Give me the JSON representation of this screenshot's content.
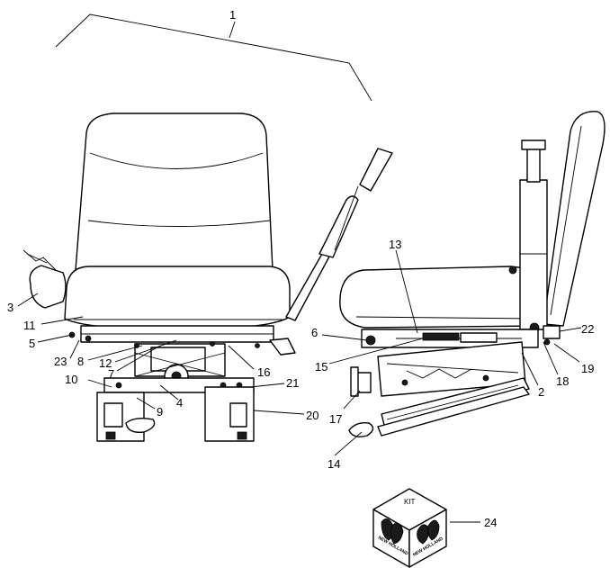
{
  "diagram": {
    "callouts": [
      {
        "id": "c1",
        "text": "1"
      },
      {
        "id": "c2",
        "text": "2"
      },
      {
        "id": "c3",
        "text": "3"
      },
      {
        "id": "c4",
        "text": "4"
      },
      {
        "id": "c5",
        "text": "5"
      },
      {
        "id": "c6",
        "text": "6"
      },
      {
        "id": "c7",
        "text": "7"
      },
      {
        "id": "c8",
        "text": "8"
      },
      {
        "id": "c9",
        "text": "9"
      },
      {
        "id": "c10",
        "text": "10"
      },
      {
        "id": "c11",
        "text": "11"
      },
      {
        "id": "c12",
        "text": "12"
      },
      {
        "id": "c13",
        "text": "13"
      },
      {
        "id": "c14",
        "text": "14"
      },
      {
        "id": "c15",
        "text": "15"
      },
      {
        "id": "c16",
        "text": "16"
      },
      {
        "id": "c17",
        "text": "17"
      },
      {
        "id": "c18",
        "text": "18"
      },
      {
        "id": "c19",
        "text": "19"
      },
      {
        "id": "c20",
        "text": "20"
      },
      {
        "id": "c21",
        "text": "21"
      },
      {
        "id": "c22",
        "text": "22"
      },
      {
        "id": "c23",
        "text": "23"
      },
      {
        "id": "c24",
        "text": "24"
      }
    ],
    "kit_box": {
      "label": "KIT",
      "brand_left": "NEW HOLLAND",
      "brand_right": "NEW HOLLAND"
    }
  }
}
